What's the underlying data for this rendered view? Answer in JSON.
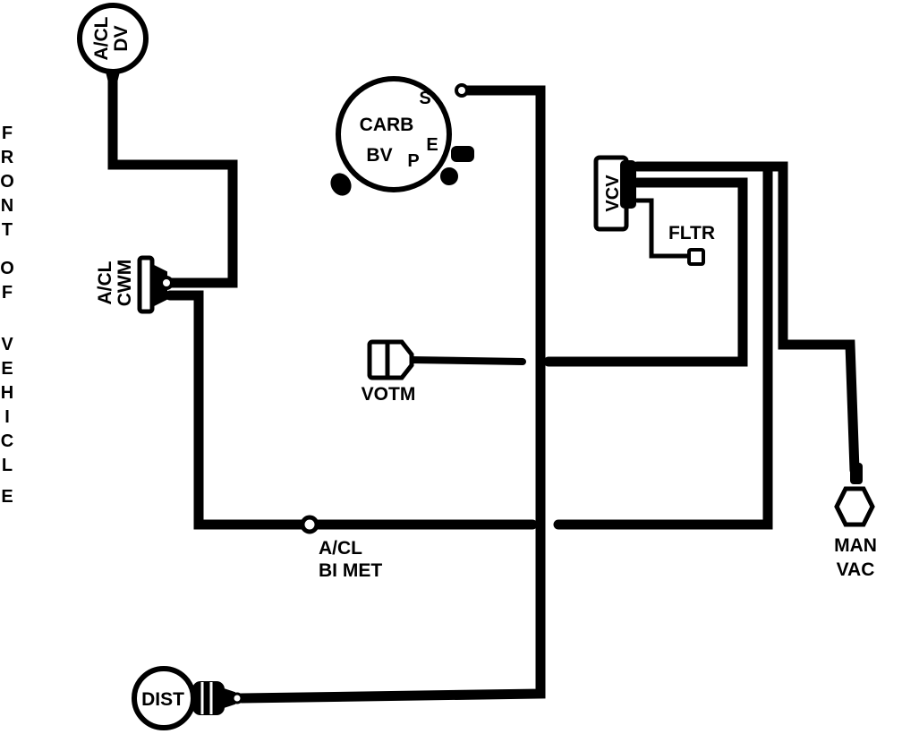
{
  "side_label": [
    "F",
    "R",
    "O",
    "N",
    "T",
    "",
    "O",
    "F",
    "",
    "V",
    "E",
    "H",
    "I",
    "C",
    "L",
    "E"
  ],
  "components": {
    "acl_dv": {
      "line1": "A/CL",
      "line2": "DV"
    },
    "carb": {
      "name": "CARB",
      "port_s": "S",
      "port_e": "E",
      "port_p": "P",
      "port_bv": "BV"
    },
    "vcv": {
      "name": "VCV"
    },
    "fltr": {
      "name": "FLTR"
    },
    "acl_cwm": {
      "line1": "A/CL",
      "line2": "CWM"
    },
    "votm": {
      "name": "VOTM"
    },
    "acl_bimet": {
      "line1": "A/CL",
      "line2": "BI MET"
    },
    "man_vac": {
      "line1": "MAN",
      "line2": "VAC"
    },
    "dist": {
      "name": "DIST"
    }
  },
  "colors": {
    "ink": "#000000",
    "paper": "#ffffff"
  }
}
